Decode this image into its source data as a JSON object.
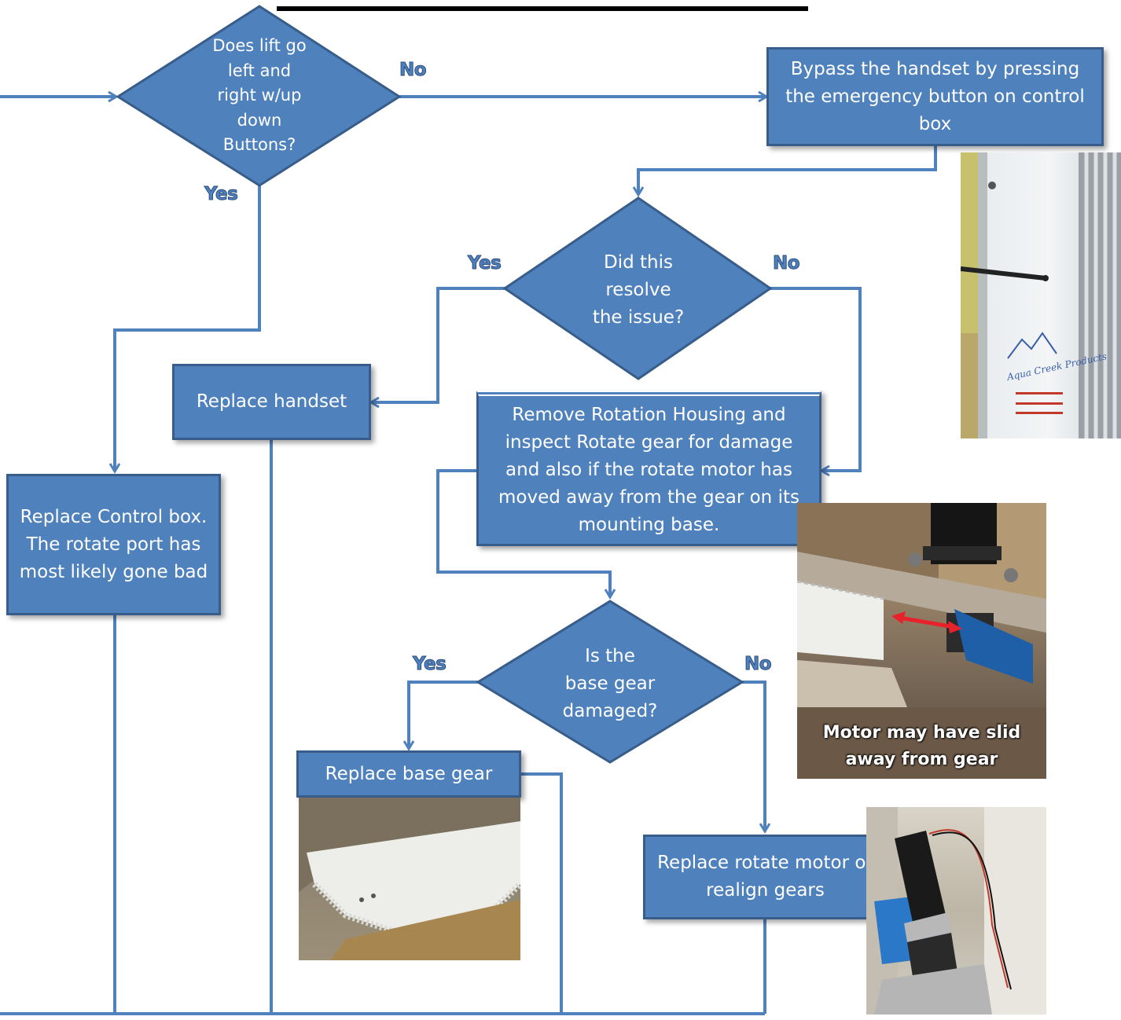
{
  "decisions": {
    "lift_left_right": {
      "question_lines": [
        "Does lift go",
        "left and",
        "right w/up",
        "down",
        "Buttons?"
      ],
      "yes_label": "Yes",
      "no_label": "No"
    },
    "resolve_issue": {
      "question_lines": [
        "Did this",
        "resolve",
        "the issue?"
      ],
      "yes_label": "Yes",
      "no_label": "No"
    },
    "base_gear_damaged": {
      "question_lines": [
        "Is the",
        "base gear",
        "damaged?"
      ],
      "yes_label": "Yes",
      "no_label": "No"
    }
  },
  "processes": {
    "bypass_handset": "Bypass the handset by pressing the emergency button on control box",
    "replace_handset": "Replace  handset",
    "replace_control_box": "Replace Control box.  The rotate port has most likely gone bad",
    "remove_rotation_housing": "Remove Rotation Housing and inspect Rotate gear for damage and also if the rotate motor has moved away from the gear on its mounting base.",
    "replace_base_gear": "Replace base gear",
    "replace_rotate_motor": "Replace rotate motor or realign gears"
  },
  "photos": {
    "motor_gear_caption": "Motor may have slid away from gear",
    "control_box_logo": "Aqua Creek Products"
  },
  "colors": {
    "shape_fill": "#4f81bd",
    "shape_border": "#385d8a",
    "connector": "#4f81bd",
    "label_text": "#4f81bd",
    "gap_arrow": "#e8222a"
  }
}
